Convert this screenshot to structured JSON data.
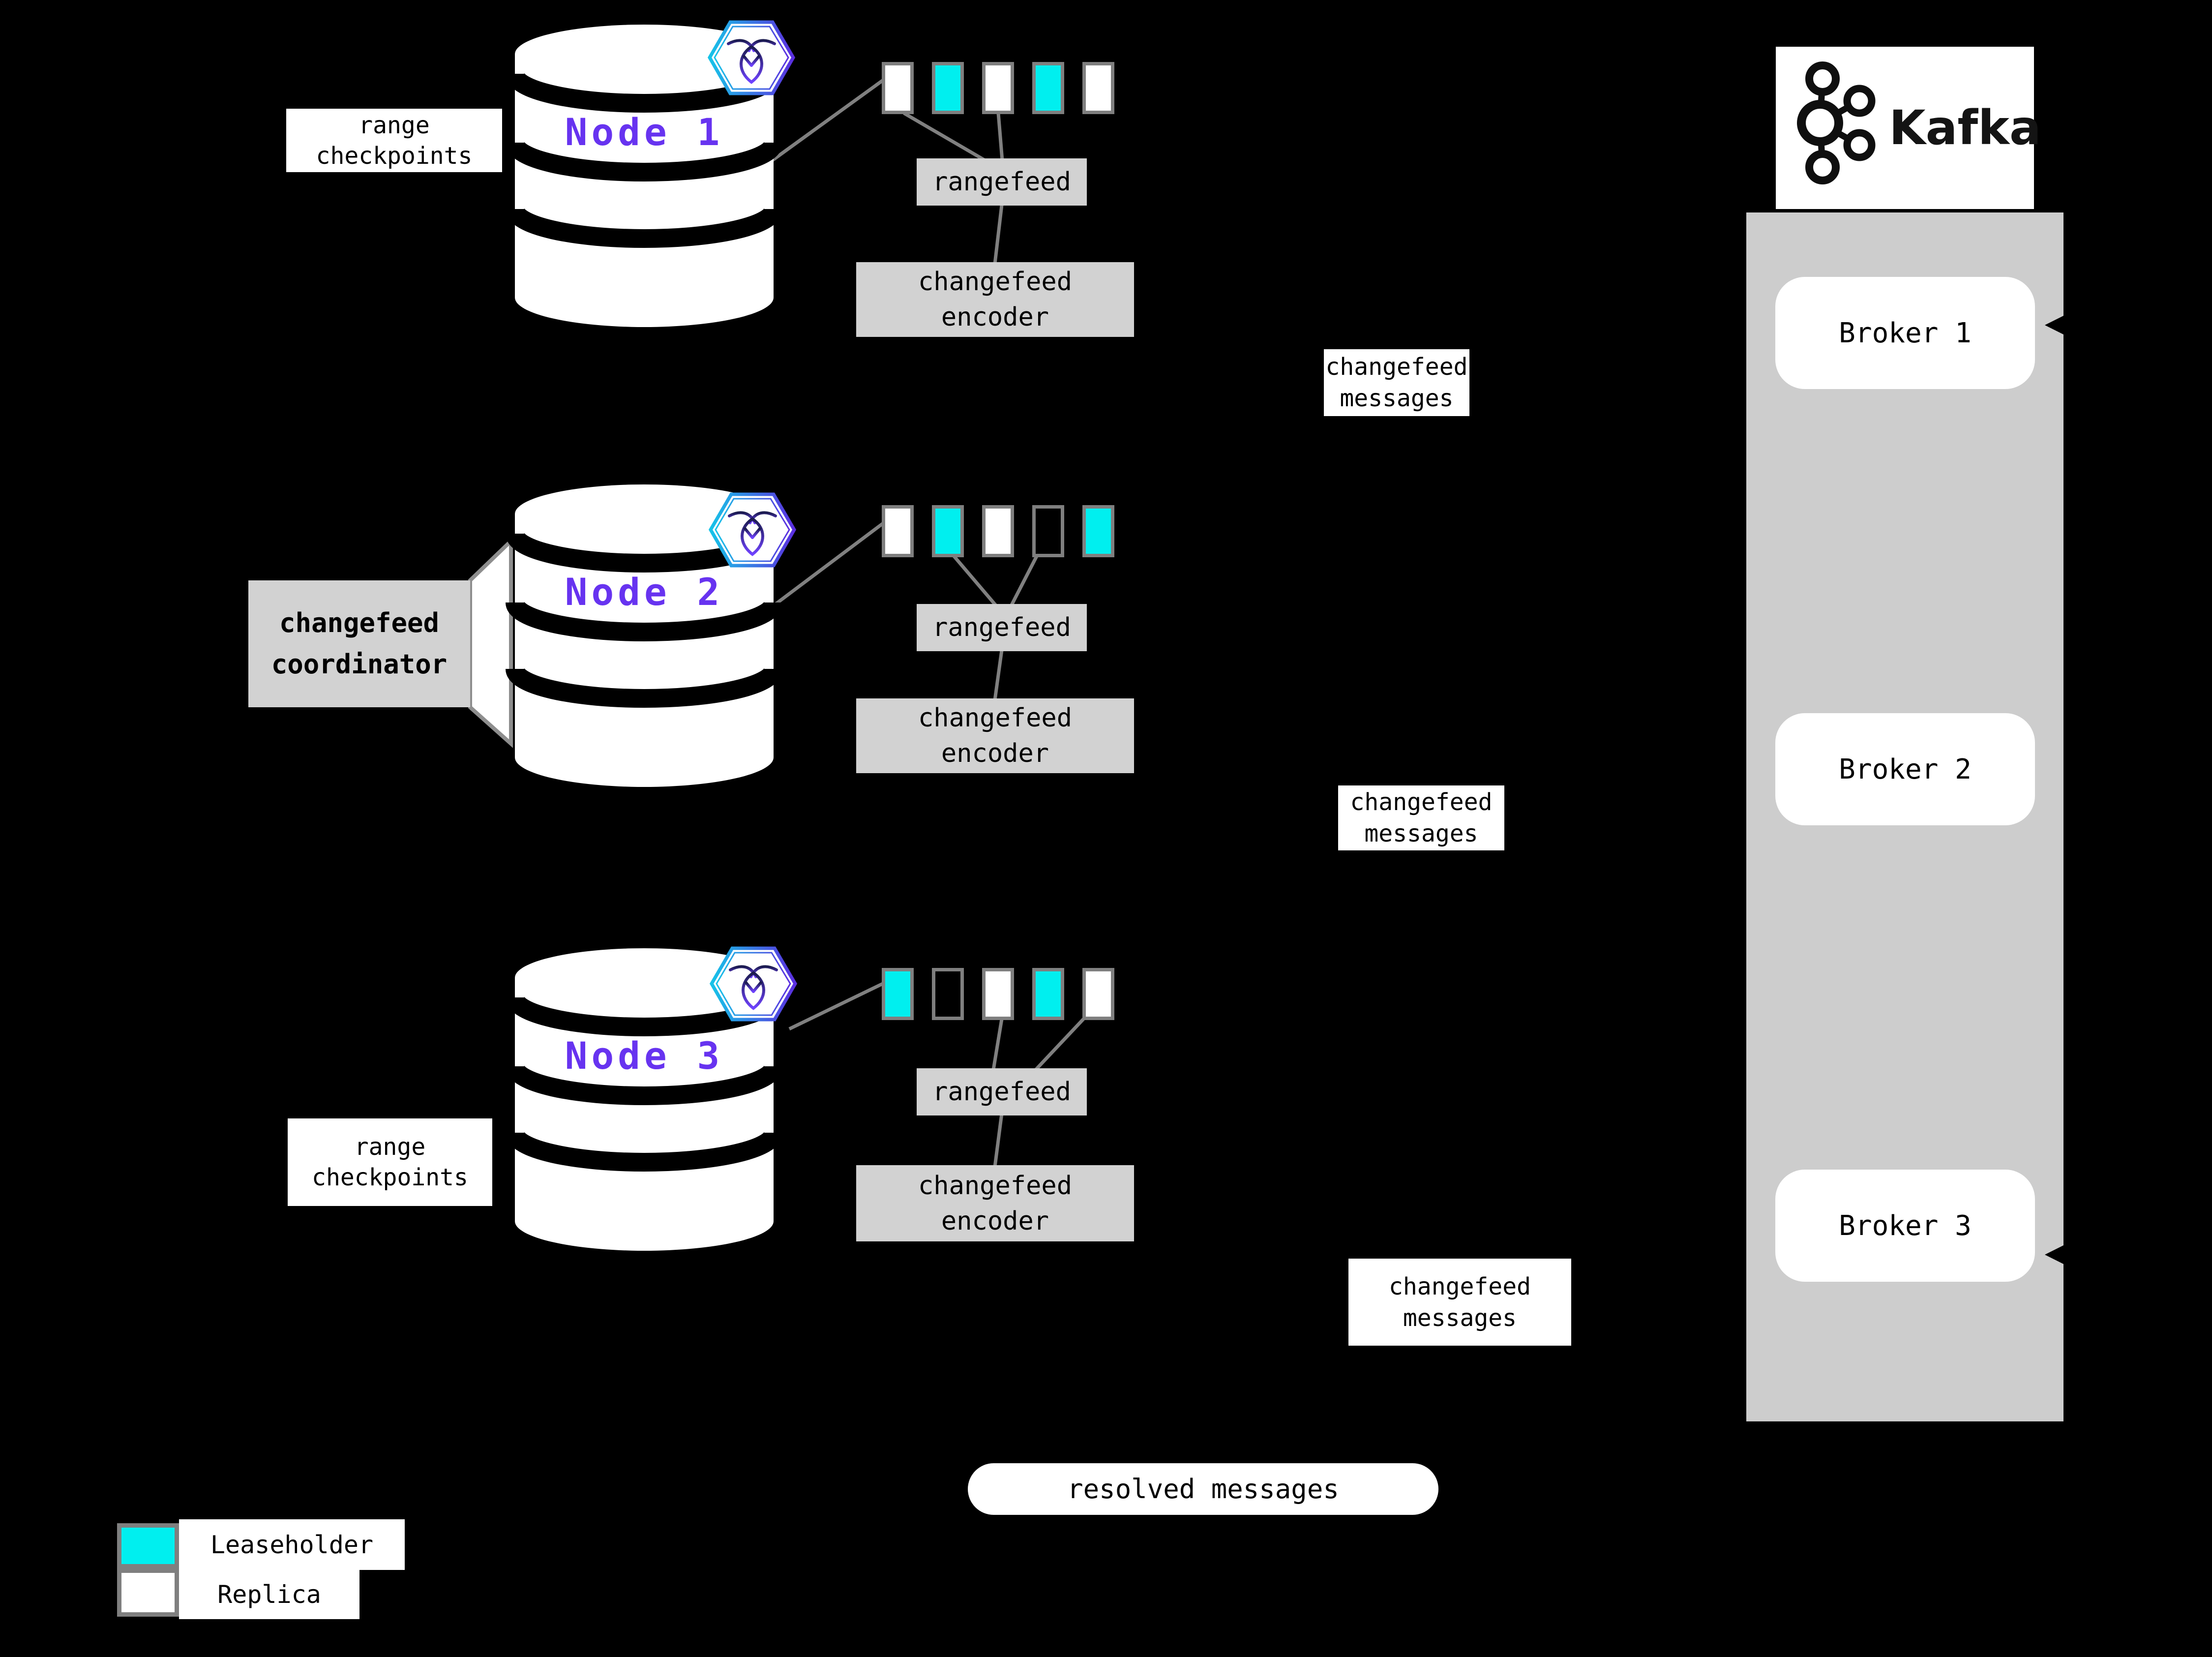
{
  "colors": {
    "background": "#000000",
    "leaseholder": "#00efef",
    "replica": "#ffffff",
    "empty": "transparent",
    "range_border": "#7f7f7f",
    "panel": "#d2d2d2",
    "kafka_container": "#cdcdcd",
    "connector": "#808080",
    "node_label": "#6733f0",
    "hex_cyan": "#16c3e8",
    "hex_purple": "#5b2ee0"
  },
  "nodes": [
    {
      "name": "Node 1",
      "checkpoints_label": "range\ncheckpoints",
      "ranges": [
        "replica",
        "leaseholder",
        "replica",
        "leaseholder",
        "replica"
      ],
      "rangefeed_label": "rangefeed",
      "encoder_label": "changefeed\nencoder",
      "messages_label": "changefeed\nmessages"
    },
    {
      "name": "Node 2",
      "coordinator_label": "changefeed\ncoordinator",
      "ranges": [
        "replica",
        "leaseholder",
        "replica",
        "empty",
        "leaseholder"
      ],
      "rangefeed_label": "rangefeed",
      "encoder_label": "changefeed\nencoder",
      "messages_label": "changefeed\nmessages"
    },
    {
      "name": "Node 3",
      "checkpoints_label": "range\ncheckpoints",
      "ranges": [
        "leaseholder",
        "empty",
        "replica",
        "leaseholder",
        "replica"
      ],
      "rangefeed_label": "rangefeed",
      "encoder_label": "changefeed\nencoder",
      "messages_label": "changefeed\nmessages"
    }
  ],
  "kafka": {
    "brand": "Kafka",
    "brokers": [
      "Broker 1",
      "Broker 2",
      "Broker 3"
    ]
  },
  "resolved_label": "resolved messages",
  "legend": [
    {
      "label": "Leaseholder",
      "fill": "leaseholder"
    },
    {
      "label": "Replica",
      "fill": "replica"
    }
  ]
}
